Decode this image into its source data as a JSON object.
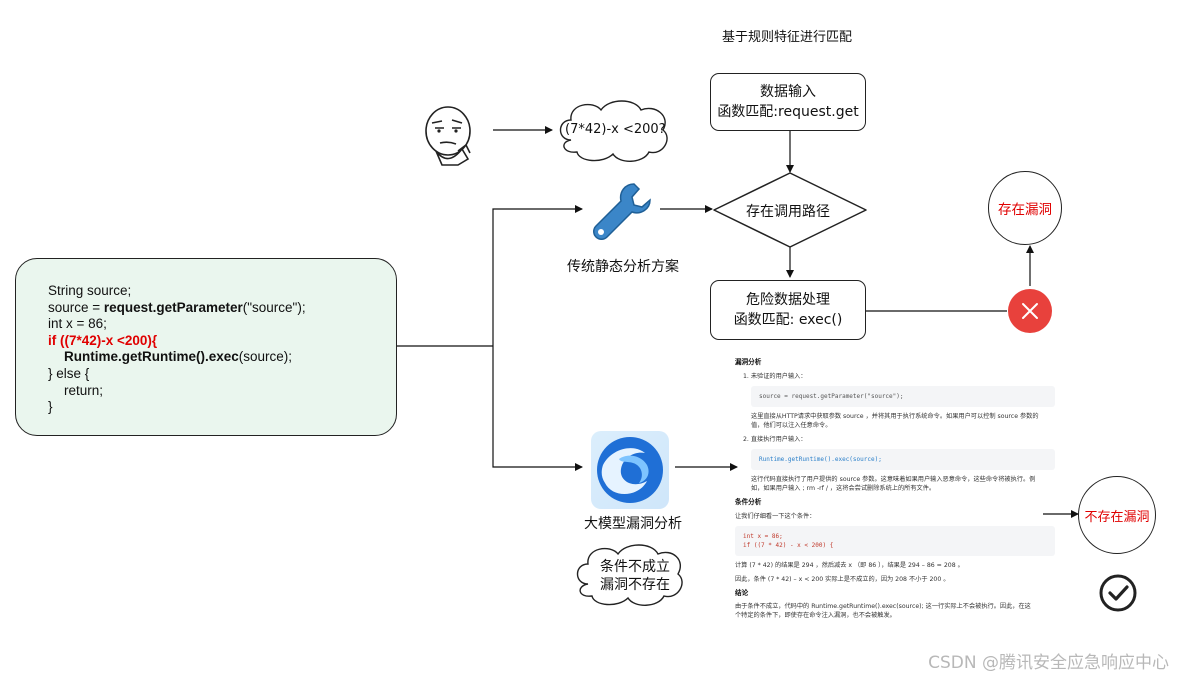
{
  "title": "基于规则特征进行匹配",
  "code_box": {
    "lines": [
      {
        "pre": "String source;",
        "bold": "",
        "post": "",
        "red": false,
        "indent": false
      },
      {
        "pre": "source = ",
        "bold": "request.getParameter",
        "post": "(\"source\");",
        "red": false,
        "indent": false
      },
      {
        "pre": "int x = 86;",
        "bold": "",
        "post": "",
        "red": false,
        "indent": false
      },
      {
        "pre": "if ((7*42)-x <200){",
        "bold": "",
        "post": "",
        "red": true,
        "indent": false
      },
      {
        "pre": "",
        "bold": "Runtime.getRuntime().exec",
        "post": "(source);",
        "red": false,
        "indent": true
      },
      {
        "pre": "} else {",
        "bold": "",
        "post": "",
        "red": false,
        "indent": false
      },
      {
        "pre": "return;",
        "bold": "",
        "post": "",
        "red": false,
        "indent": true
      },
      {
        "pre": "}",
        "bold": "",
        "post": "",
        "red": false,
        "indent": false
      }
    ]
  },
  "cloud_question": "(7*42)-x <200?",
  "static_label": "传统静态分析方案",
  "llm_label": "大模型漏洞分析",
  "cloud_conclusion": [
    "条件不成立",
    "漏洞不存在"
  ],
  "flow": {
    "input_box": [
      "数据输入",
      "函数匹配:request.get"
    ],
    "decision": "存在调用路径",
    "danger_box": [
      "危险数据处理",
      "函数匹配: exec()"
    ]
  },
  "result_vuln": "存在漏洞",
  "result_no_vuln": "不存在漏洞",
  "report": {
    "heading": "漏洞分析",
    "item1": "1. 未验证的用户输入：",
    "code1": "source = request.getParameter(\"source\");",
    "p1": "这里直接从HTTP请求中获取参数  source ，并将其用于执行系统命令。如果用户可以控制 source 参数的值，他们可以注入任意命令。",
    "item2": "2. 直接执行用户输入：",
    "code2": "Runtime.getRuntime().exec(source);",
    "p2": "这行代码直接执行了用户提供的  source  参数。这意味着如果用户输入恶意命令，这些命令将被执行。例如，如果用户输入  ; rm -rf / ，这将会尝试删除系统上的所有文件。",
    "heading2": "条件分析",
    "p3": "让我们仔细看一下这个条件：",
    "code3a": "int x = 86;",
    "code3b": "if ((7 * 42) - x < 200) {",
    "p4": "计算  (7 * 42)  的结果是  294 ，然后减去  x （即  86 ），结果是  294 – 86 = 208 。",
    "p5": "因此，条件  (7 * 42) – x < 200  实际上是不成立的，因为  208  不小于  200 。",
    "heading3": "结论",
    "p6": "由于条件不成立，代码中的  Runtime.getRuntime().exec(source);  这一行实际上不会被执行。因此，在这个特定的条件下，即使存在命令注入漏洞，也不会被触发。"
  },
  "watermark": "CSDN @腾讯安全应急响应中心",
  "colors": {
    "code_bg": "#eaf6ee",
    "red": "#e00000",
    "x_icon": "#e8413c",
    "wrench": "#3b86c8"
  }
}
